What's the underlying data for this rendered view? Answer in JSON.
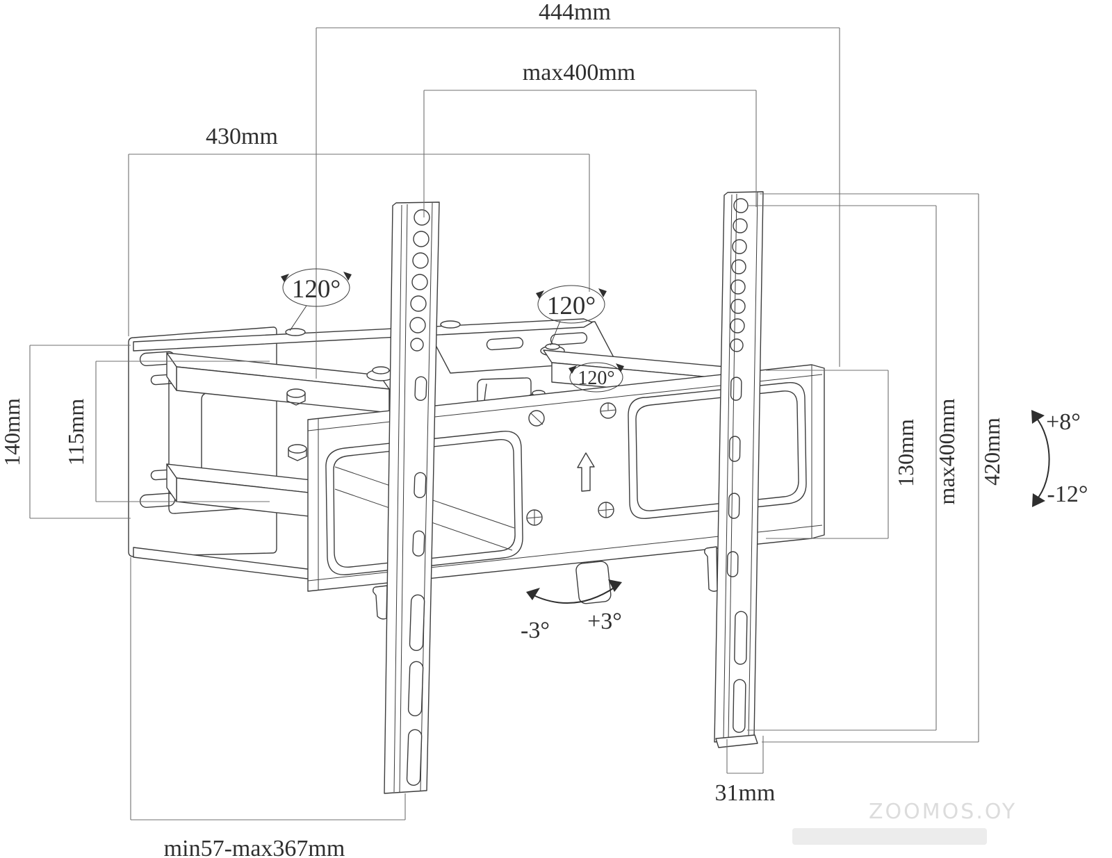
{
  "diagram": {
    "title": "Articulating TV wall mount dimensional drawing",
    "dimensions": {
      "width_overall": "444mm",
      "vesa_width": "max400mm",
      "arm_reach": "430mm",
      "plate_height": "140mm",
      "slot_spacing": "115mm",
      "plate_section_height": "130mm",
      "vesa_height": "max400mm",
      "bracket_height": "420mm",
      "bracket_foot_width": "31mm",
      "extension_range": "min57-max367mm"
    },
    "angles": {
      "swivel_plate": "120°",
      "swivel_upper": "120°",
      "swivel_lower": "120°",
      "level_left": "-3°",
      "level_right": "+3°",
      "tilt_up": "+8°",
      "tilt_down": "-12°"
    },
    "watermark": {
      "text": "ZOOMOS.OY"
    },
    "colors": {
      "line": "#3c3c3c",
      "dimension_line": "#6f6f6f",
      "text": "#2e2e2e",
      "background": "#ffffff",
      "watermark": "#dcdcdc"
    }
  }
}
